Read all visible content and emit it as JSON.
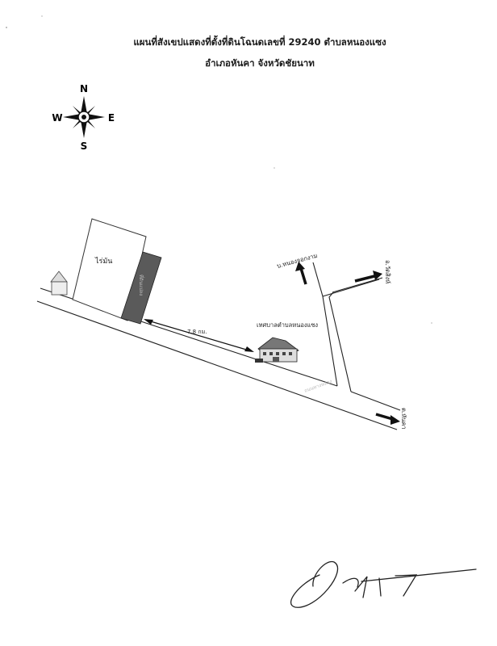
{
  "title_line1": "แผนที่สังเขปแสดงที่ตั้งที่ดินโฉนดเลขที่ 29240  ตำบลหนองแซง",
  "title_line2": "อำเภอหันคา จังหวัดชัยนาท",
  "compass": {
    "north": "N",
    "south": "S",
    "east": "E",
    "west": "W"
  },
  "labels": {
    "field": "ไร่มัน",
    "plot": "ที่ดินแปลง",
    "distance": "7.8 กม.",
    "municipality": "เทศบาลตำบลหนองแซง",
    "road": "ถนนทางหลวง",
    "to_village": "บ.หนองจอกงาม",
    "to_wat_sing": "อ.วัดสิงห์",
    "to_hankha": "ต.หันคา"
  }
}
